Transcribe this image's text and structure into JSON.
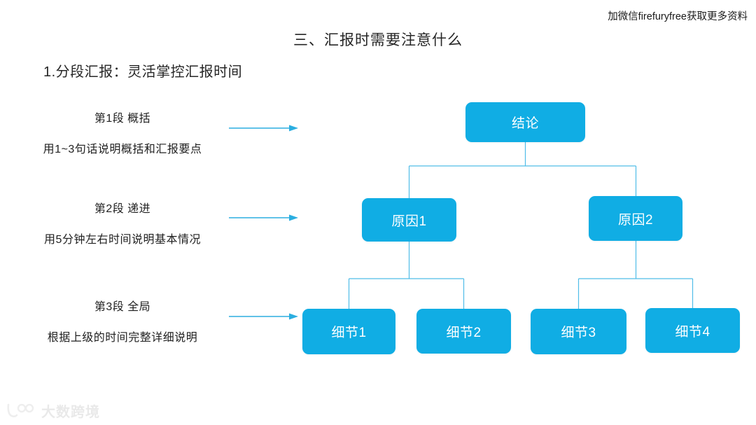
{
  "promo": {
    "text": "加微信firefuryfree获取更多资料"
  },
  "slide": {
    "title": "三、汇报时需要注意什么",
    "subtitle": "1.分段汇报：灵活掌控汇报时间"
  },
  "stages": [
    {
      "head": "第1段 概括",
      "desc": "用1~3句话说明概括和汇报要点",
      "arrow_icon": "arrow-right-icon"
    },
    {
      "head": "第2段 递进",
      "desc": "用5分钟左右时间说明基本情况",
      "arrow_icon": "arrow-right-icon"
    },
    {
      "head": "第3段 全局",
      "desc": "根据上级的时间完整详细说明",
      "arrow_icon": "arrow-right-icon"
    }
  ],
  "tree": {
    "root": {
      "label": "结论"
    },
    "causes": [
      {
        "label": "原因1"
      },
      {
        "label": "原因2"
      }
    ],
    "details": [
      {
        "label": "细节1"
      },
      {
        "label": "细节2"
      },
      {
        "label": "细节3"
      },
      {
        "label": "细节4"
      }
    ]
  },
  "watermark": {
    "text": "大数跨境",
    "mark_icon": "logo-mark-icon"
  },
  "colors": {
    "node_fill": "#10ADE4",
    "node_text": "#ffffff",
    "connector": "#4FBDE8",
    "arrow": "#2BAEE0",
    "text": "#1f1f1f",
    "background": "#ffffff"
  }
}
